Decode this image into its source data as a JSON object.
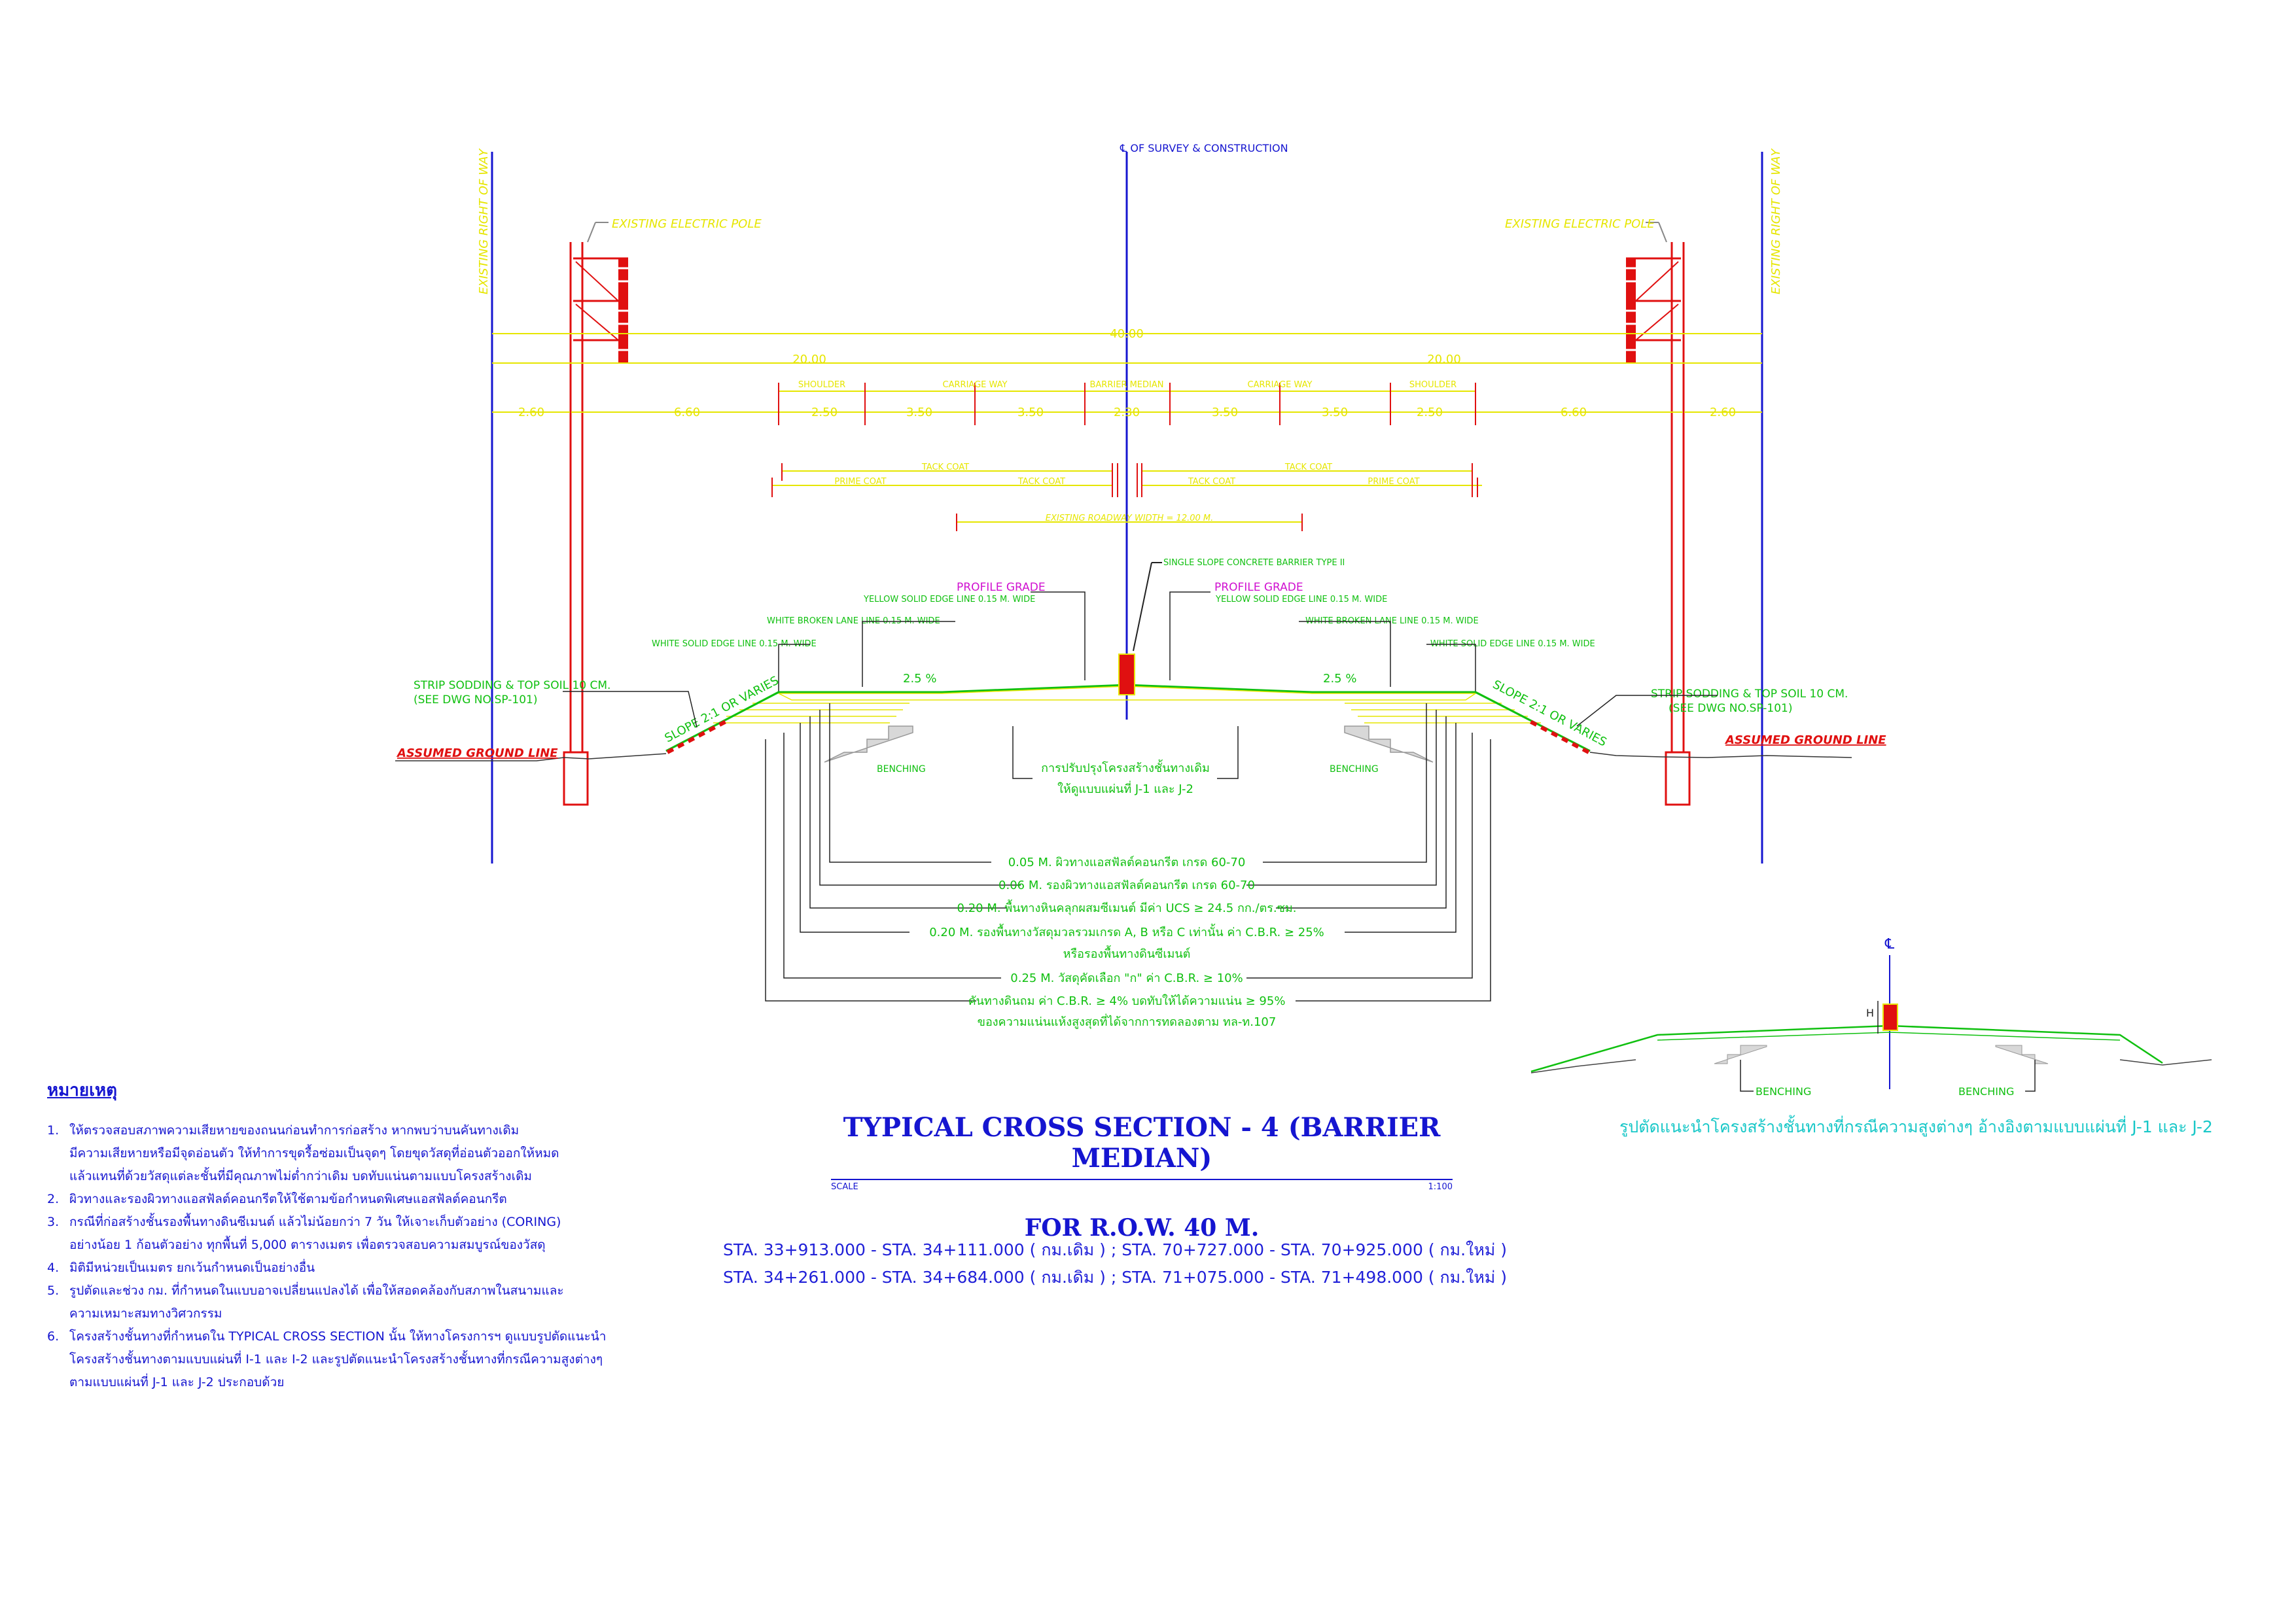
{
  "drawing": {
    "centerline": "℄ OF SURVEY & CONSTRUCTION",
    "row_label": "EXISTING RIGHT OF WAY",
    "electric_pole": "EXISTING ELECTRIC POLE",
    "dim_total": "40.00",
    "dim_half": "20.00",
    "dims": [
      "2.60",
      "6.60",
      "2.50",
      "3.50",
      "3.50",
      "2.30",
      "3.50",
      "3.50",
      "2.50",
      "6.60",
      "2.60"
    ],
    "lane_labels": [
      "SHOULDER",
      "CARRIAGE WAY",
      "BARRIER MEDIAN",
      "CARRIAGE WAY",
      "SHOULDER"
    ],
    "tack_coat": "TACK COAT",
    "prime_coat": "PRIME COAT",
    "existing_width": "EXISTING ROADWAY WIDTH = 12.00 M.",
    "barrier_type": "SINGLE SLOPE CONCRETE BARRIER TYPE II",
    "profile_grade": "PROFILE GRADE",
    "yellow_edge": "YELLOW SOLID EDGE LINE 0.15 M. WIDE",
    "white_broken": "WHITE BROKEN LANE LINE 0.15 M. WIDE",
    "white_edge": "WHITE SOLID EDGE LINE 0.15 M. WIDE",
    "cross_slope": "2.5 %",
    "strip_sodding": "STRIP SODDING & TOP SOIL 10 CM.",
    "see_dwg": "(SEE DWG NO.SP-101)",
    "slope_left": "SLOPE 2:1 OR VARIES",
    "slope_right": "SLOPE 2:1 OR VARIES",
    "assumed_ground": "ASSUMED GROUND LINE",
    "benching": "BENCHING",
    "improvement_1": "การปรับปรุงโครงสร้างชั้นทางเดิม",
    "improvement_2": "ให้ดูแบบแผ่นที่ J-1 และ J-2",
    "layers": [
      "0.05 M. ผิวทางแอสฟัลต์คอนกรีต เกรด 60-70",
      "0.06 M. รองผิวทางแอสฟัลต์คอนกรีต เกรด 60-70",
      "0.20 M. พื้นทางหินคลุกผสมซีเมนต์ มีค่า UCS ≥ 24.5 กก./ตร.ซม.",
      "0.20 M. รองพื้นทางวัสดุมวลรวมเกรด A, B หรือ C เท่านั้น ค่า C.B.R. ≥ 25%",
      "หรือรองพื้นทางดินซีเมนต์",
      "0.25 M. วัสดุคัดเลือก \"ก\" ค่า C.B.R. ≥ 10%",
      "คันทางดินถม ค่า C.B.R. ≥ 4% บดทับให้ได้ความแน่น ≥ 95%",
      "ของความแน่นแห้งสูงสุดที่ได้จากการทดลองตาม ทล-ท.107"
    ],
    "detail_cl": "℄",
    "detail_h": "H"
  },
  "notes": {
    "title": "หมายเหตุ",
    "items": [
      {
        "num": "1.",
        "lines": [
          "ให้ตรวจสอบสภาพความเสียหายของถนนก่อนทำการก่อสร้าง หากพบว่าบนคันทางเดิม",
          "มีความเสียหายหรือมีจุดอ่อนตัว ให้ทำการขุดรื้อซ่อมเป็นจุดๆ โดยขุดวัสดุที่อ่อนตัวออกให้หมด",
          "แล้วแทนที่ด้วยวัสดุแต่ละชั้นที่มีคุณภาพไม่ต่ำกว่าเดิม บดทับแน่นตามแบบโครงสร้างเดิม"
        ]
      },
      {
        "num": "2.",
        "lines": [
          "ผิวทางและรองผิวทางแอสฟัลต์คอนกรีตให้ใช้ตามข้อกำหนดพิเศษแอสฟัลต์คอนกรีต"
        ]
      },
      {
        "num": "3.",
        "lines": [
          "กรณีที่ก่อสร้างชั้นรองพื้นทางดินซีเมนต์ แล้วไม่น้อยกว่า 7 วัน ให้เจาะเก็บตัวอย่าง (CORING)",
          "อย่างน้อย 1 ก้อนตัวอย่าง ทุกพื้นที่ 5,000 ตารางเมตร เพื่อตรวจสอบความสมบูรณ์ของวัสดุ"
        ]
      },
      {
        "num": "4.",
        "lines": [
          "มิติมีหน่วยเป็นเมตร  ยกเว้นกำหนดเป็นอย่างอื่น"
        ]
      },
      {
        "num": "5.",
        "lines": [
          "รูปตัดและช่วง กม. ที่กำหนดในแบบอาจเปลี่ยนแปลงได้ เพื่อให้สอดคล้องกับสภาพในสนามและ",
          "ความเหมาะสมทางวิศวกรรม"
        ]
      },
      {
        "num": "6.",
        "lines": [
          "โครงสร้างชั้นทางที่กำหนดใน TYPICAL CROSS SECTION นั้น ให้ทางโครงการฯ ดูแบบรูปตัดแนะนำ",
          "โครงสร้างชั้นทางตามแบบแผ่นที่ I-1 และ I-2 และรูปตัดแนะนำโครงสร้างชั้นทางที่กรณีความสูงต่างๆ",
          "ตามแบบแผ่นที่ J-1 และ J-2 ประกอบด้วย"
        ]
      }
    ]
  },
  "title": {
    "main": "TYPICAL CROSS SECTION - 4 (BARRIER MEDIAN)",
    "scale_label": "SCALE",
    "scale_value": "1:100",
    "sub": "FOR R.O.W. 40 M."
  },
  "stations": [
    "STA. 33+913.000 - STA. 34+111.000 ( กม.เดิม ) ; STA. 70+727.000 - STA. 70+925.000 ( กม.ใหม่ )",
    "STA. 34+261.000 - STA. 34+684.000 ( กม.เดิม ) ; STA. 71+075.000 - STA. 71+498.000 ( กม.ใหม่ )"
  ],
  "detail_caption": "รูปตัดแนะนำโครงสร้างชั้นทางที่กรณีความสูงต่างๆ อ้างอิงตามแบบแผ่นที่ J-1 และ J-2",
  "colors": {
    "yellow": "#e6e600",
    "red": "#e01010",
    "blue": "#1515d0",
    "green": "#10c010",
    "magenta": "#d010d0",
    "cyan": "#19c8c8"
  }
}
